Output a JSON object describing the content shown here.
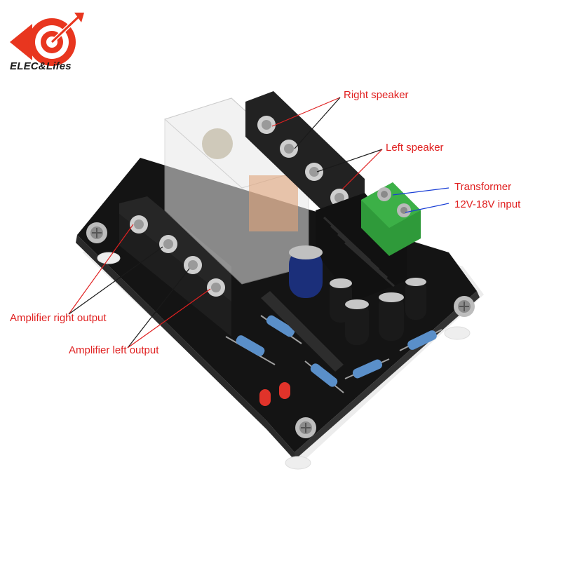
{
  "logo": {
    "brand": "ELEC&Lifes",
    "accent_color": "#e8361f"
  },
  "labels": {
    "right_speaker": "Right speaker",
    "left_speaker": "Left speaker",
    "transformer": "Transformer",
    "input_voltage": "12V-18V input",
    "amp_right_output": "Amplifier right output",
    "amp_left_output": "Amplifier left output"
  },
  "colors": {
    "label_red": "#e02020",
    "label_blue": "#1a3fd6",
    "pcb": "#141414",
    "terminal_green": "#2f9a3a"
  }
}
